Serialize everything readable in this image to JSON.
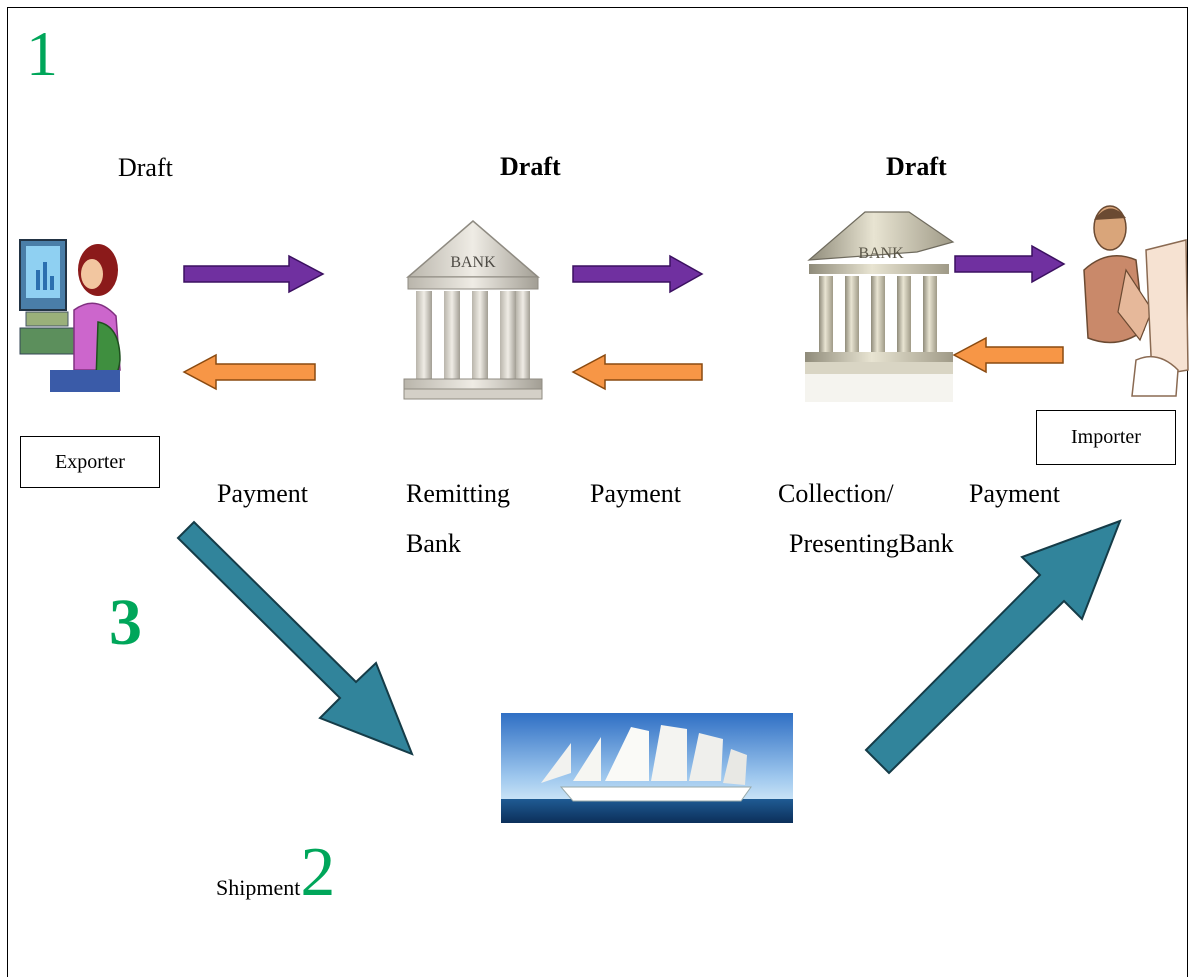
{
  "steps": {
    "one": "1",
    "two": "2",
    "three": "3"
  },
  "labels": {
    "draft_exporter": "Draft",
    "draft_remitting": "Draft",
    "draft_collecting": "Draft",
    "payment_1": "Payment",
    "payment_2": "Payment",
    "payment_3": "Payment",
    "remitting_line1": "Remitting",
    "remitting_line2": "Bank",
    "collection_line1": "Collection/",
    "collection_line2": "PresentingBank",
    "shipment": "Shipment"
  },
  "boxes": {
    "exporter": "Exporter",
    "importer": "Importer"
  },
  "icons": {
    "exporter": "woman-at-computer-icon",
    "remitting_bank": "bank-building-icon",
    "collecting_bank": "bank-building-icon",
    "importer": "man-at-desk-icon",
    "ship": "sailing-ship-photo"
  },
  "colors": {
    "step_number": "#00a65a",
    "draft_arrow": "#7030a0",
    "payment_arrow": "#f79646",
    "shipment_arrow": "#31849b"
  }
}
